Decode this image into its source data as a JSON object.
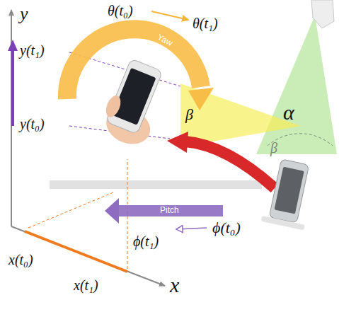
{
  "diagram": {
    "labels": [
      "y",
      "y(t₁)",
      "y(t₀)",
      "x(t₀)",
      "x(t₁)",
      "x",
      "θ(t₀)",
      "θ(t₁)",
      "Yaw",
      "Pitch",
      "ϕ(t₀)",
      "ϕ(t₁)",
      "β",
      "α",
      "β"
    ]
  }
}
